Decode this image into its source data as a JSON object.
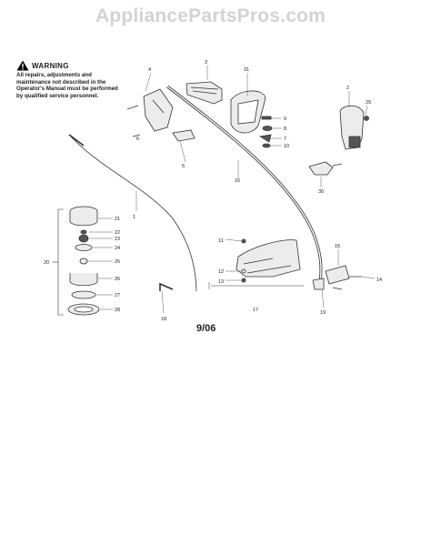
{
  "watermark": "AppliancePartsPros.com",
  "warning": {
    "title": "WARNING",
    "text": "All repairs, adjustments and maintenance not described in the Operator's Manual must be performed by qualified service personnel."
  },
  "date_label": "9/06",
  "callouts": [
    "1",
    "2",
    "3",
    "4",
    "5",
    "6",
    "7",
    "8",
    "9",
    "10",
    "11",
    "12",
    "13",
    "14",
    "15",
    "16",
    "17",
    "18",
    "19",
    "20",
    "21",
    "22",
    "23",
    "24",
    "25",
    "26",
    "27",
    "28",
    "29",
    "30",
    "31"
  ],
  "colors": {
    "line": "#333333",
    "watermark": "#d3d3d3",
    "part_fill": "#ececec",
    "part_dark": "#555555"
  }
}
